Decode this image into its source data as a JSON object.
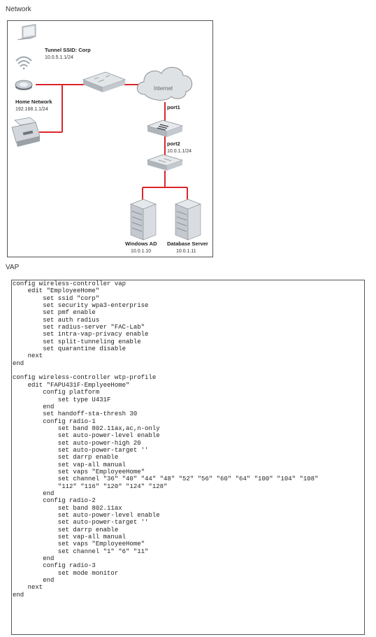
{
  "network": {
    "title": "Network",
    "tunnel_ssid_label": "Tunnel SSID: Corp",
    "tunnel_ssid_ip": "10.0.5.1.1/24",
    "home_network_label": "Home Network",
    "home_network_ip": "192.168.1.1/24",
    "internet_label": "Internet",
    "port1_label": "port1",
    "port2_label": "port2",
    "port2_ip": "10.0.1.1/24",
    "windows_ad_label": "Windows AD",
    "windows_ad_ip": "10.0.1.10",
    "db_server_label": "Database Server",
    "db_server_ip": "10.0.1.11",
    "colors": {
      "link": "#d9262b",
      "device": "#c9cfd6",
      "device_dark": "#7f8890"
    }
  },
  "vap": {
    "title": "VAP",
    "lines": [
      "config wireless-controller vap",
      "    edit \"EmployeeHome\"",
      "        set ssid \"corp\"",
      "        set security wpa3-enterprise",
      "        set pmf enable",
      "        set auth radius",
      "        set radius-server \"FAC-Lab\"",
      "        set intra-vap-privacy enable",
      "        set split-tunneling enable",
      "        set quarantine disable",
      "    next",
      "end",
      "",
      "config wireless-controller wtp-profile",
      "    edit \"FAPU431F-EmplyeeHome\"",
      "        config platform",
      "            set type U431F",
      "        end",
      "        set handoff-sta-thresh 30",
      "        config radio-1",
      "            set band 802.11ax,ac,n-only",
      "            set auto-power-level enable",
      "            set auto-power-high 20",
      "            set auto-power-target ''",
      "            set darrp enable",
      "            set vap-all manual",
      "            set vaps \"EmployeeHome\"",
      "            set channel \"36\" \"40\" \"44\" \"48\" \"52\" \"56\" \"60\" \"64\" \"100\" \"104\" \"108\"",
      "            \"112\" \"116\" \"120\" \"124\" \"128\"",
      "        end",
      "        config radio-2",
      "            set band 802.11ax",
      "            set auto-power-level enable",
      "            set auto-power-target ''",
      "            set darrp enable",
      "            set vap-all manual",
      "            set vaps \"EmployeeHome\"",
      "            set channel \"1\" \"6\" \"11\"",
      "        end",
      "        config radio-3",
      "            set mode monitor",
      "        end",
      "    next",
      "end"
    ]
  }
}
